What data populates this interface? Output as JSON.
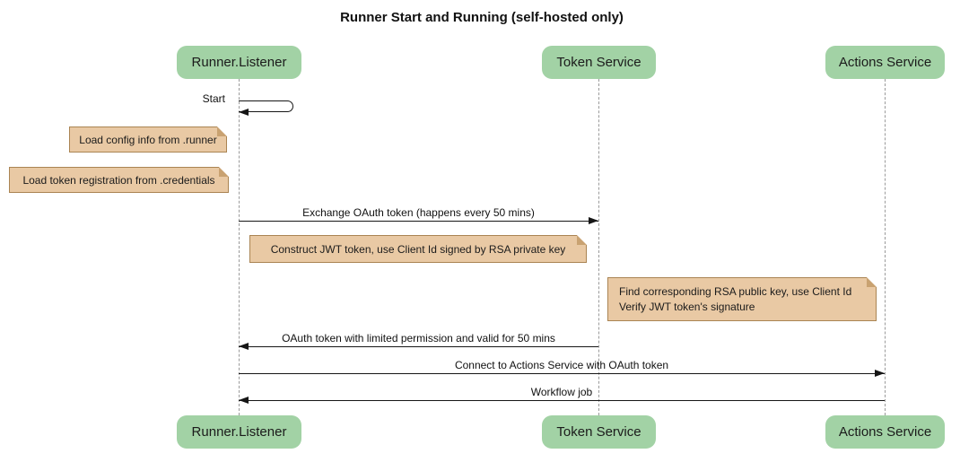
{
  "title": "Runner Start and Running (self-hosted only)",
  "diagram": {
    "type": "sequence",
    "participants": [
      {
        "name": "Runner.Listener"
      },
      {
        "name": "Token Service"
      },
      {
        "name": "Actions Service"
      }
    ],
    "messages": [
      {
        "from": "Runner.Listener",
        "to": "Runner.Listener",
        "kind": "self",
        "label": "Start"
      },
      {
        "from": "Runner.Listener",
        "to": "Token Service",
        "kind": "solid-arrow",
        "label": "Exchange OAuth token (happens every 50 mins)"
      },
      {
        "from": "Token Service",
        "to": "Runner.Listener",
        "kind": "solid-arrow",
        "label": "OAuth token with limited permission and valid for 50 mins"
      },
      {
        "from": "Runner.Listener",
        "to": "Actions Service",
        "kind": "solid-arrow",
        "label": "Connect to Actions Service with OAuth token"
      },
      {
        "from": "Actions Service",
        "to": "Runner.Listener",
        "kind": "solid-arrow",
        "label": "Workflow job"
      }
    ],
    "notes": [
      {
        "position": "left of Runner.Listener",
        "text": "Load config info from .runner"
      },
      {
        "position": "left of Runner.Listener",
        "text": "Load token registration from .credentials"
      },
      {
        "position": "over Runner.Listener and Token Service",
        "text": "Construct JWT token, use Client Id signed by RSA private key"
      },
      {
        "position": "left of Actions Service",
        "lines": [
          "Find corresponding RSA public key, use Client Id",
          "Verify JWT token's signature"
        ]
      }
    ]
  },
  "colors": {
    "background": "#ffffff",
    "participant_fill": "#a2d2a5",
    "note_fill": "#e9c9a4",
    "note_border": "#aa8453",
    "lifeline": "#9a9a9a",
    "arrow": "#161616",
    "text": "#111111"
  }
}
